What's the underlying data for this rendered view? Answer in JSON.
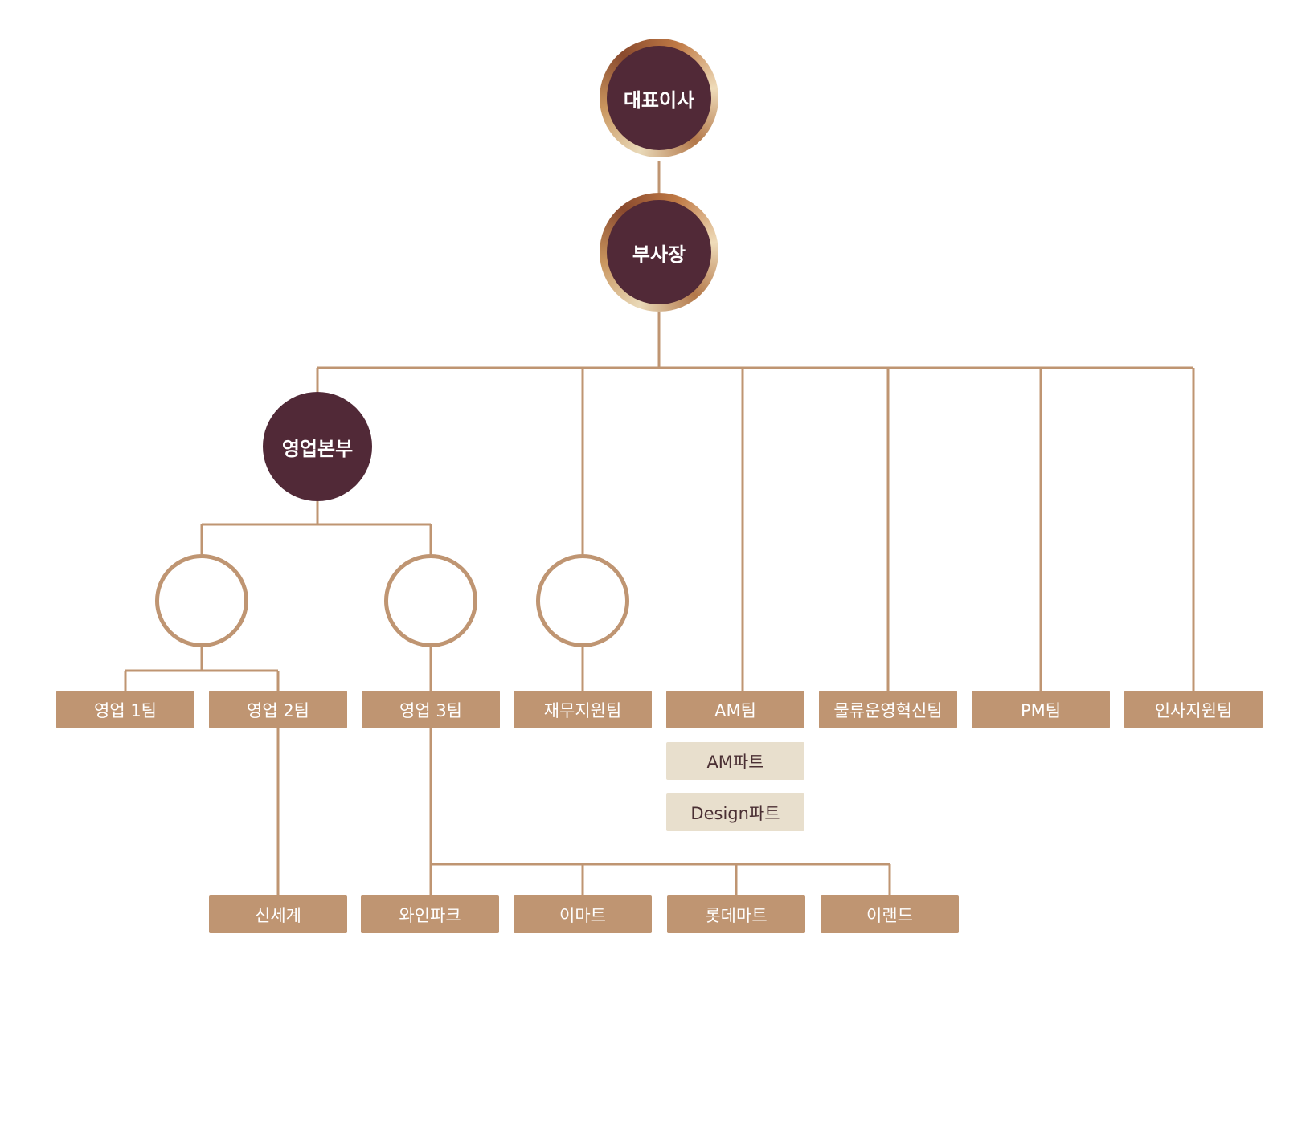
{
  "colors": {
    "line": "#bf9572",
    "exec_fill": "#512937",
    "team_fill": "#bf9572",
    "part_fill": "#e8dfcd",
    "part_text": "#4a2f33"
  },
  "org": {
    "ceo": "대표이사",
    "vice_president": "부사장",
    "sales_division": "영업본부",
    "teams": {
      "sales1": "영업 1팀",
      "sales2": "영업 2팀",
      "sales3": "영업 3팀",
      "finance": "재무지원팀",
      "am": "AM팀",
      "logistics": "물류운영혁신팀",
      "pm": "PM팀",
      "hr": "인사지원팀"
    },
    "am_parts": {
      "am_part": "AM파트",
      "design_part": "Design파트"
    },
    "accounts": {
      "shinsegae": "신세계",
      "winepark": "와인파크",
      "emart": "이마트",
      "lottemart": "롯데마트",
      "eland": "이랜드"
    }
  }
}
